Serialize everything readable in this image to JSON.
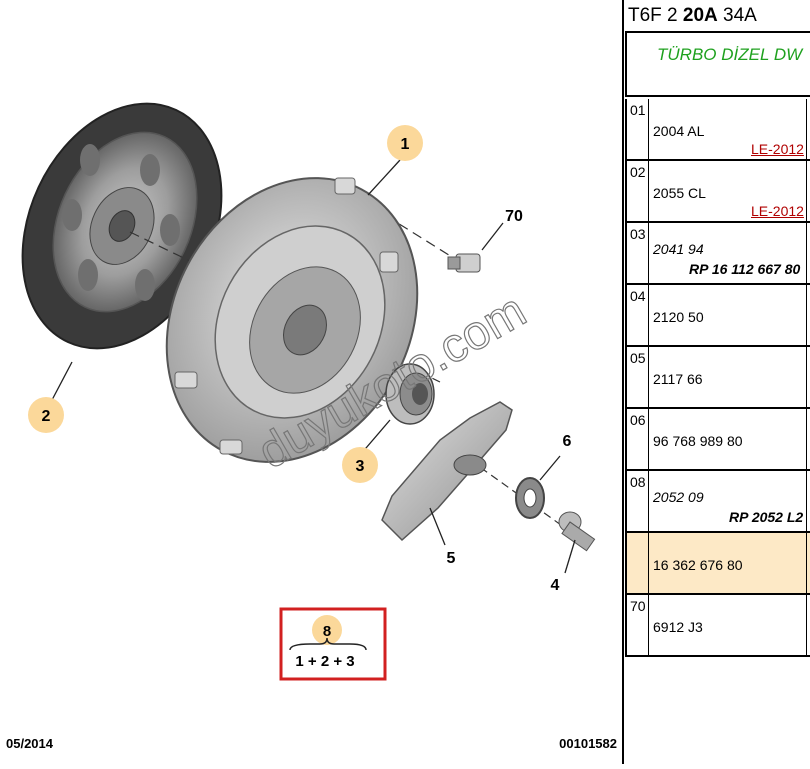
{
  "diagram": {
    "callouts": [
      {
        "id": "c1",
        "label": "1"
      },
      {
        "id": "c2",
        "label": "2"
      },
      {
        "id": "c3",
        "label": "3"
      },
      {
        "id": "c4",
        "label": "4"
      },
      {
        "id": "c5",
        "label": "5"
      },
      {
        "id": "c6",
        "label": "6"
      },
      {
        "id": "c70",
        "label": "70"
      },
      {
        "id": "c8",
        "label": "8"
      }
    ],
    "kit_formula": "1 + 2 + 3",
    "watermark": "duyukoto.com",
    "footer_left": "05/2014",
    "footer_right": "00101582",
    "colors": {
      "callout_fill": "#fbd89a",
      "kit_border": "#d22020",
      "parts_stroke": "#555555"
    }
  },
  "panel": {
    "header_part1": "T6F 2 ",
    "header_bold": "20A",
    "header_part2": " 34A",
    "group_title": "TÜRBO DİZEL DW",
    "title_color": "#1fa11f",
    "rows": [
      {
        "num": "01",
        "ref": "2004 AL",
        "note": "LE-2012"
      },
      {
        "num": "02",
        "ref": "2055 CL",
        "note": "LE-2012"
      },
      {
        "num": "03",
        "ref": "2041 94",
        "sub": "RP 16 112 667 80"
      },
      {
        "num": "04",
        "ref": "2120 50"
      },
      {
        "num": "05",
        "ref": "2117 66"
      },
      {
        "num": "06",
        "ref": "96 768 989 80"
      },
      {
        "num": "08",
        "ref": "2052 09",
        "sub": "RP 2052 L2"
      },
      {
        "num": "",
        "ref": "16 362 676 80",
        "highlight": true
      },
      {
        "num": "70",
        "ref": "6912 J3"
      }
    ]
  }
}
